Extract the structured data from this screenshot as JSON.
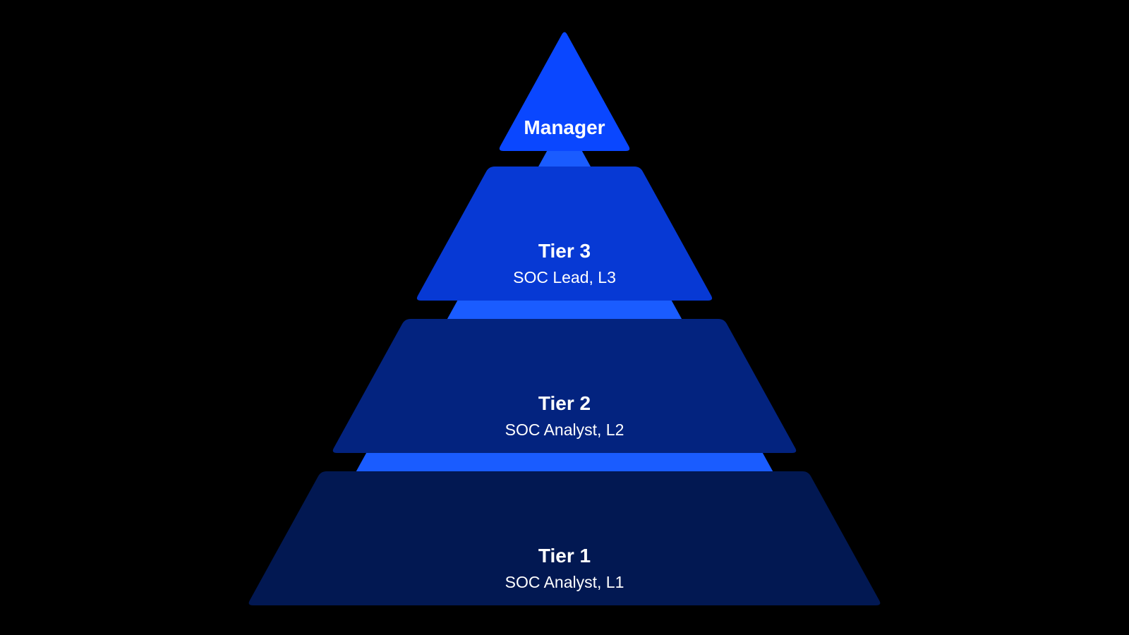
{
  "background_color": "#000000",
  "connector_color": "#1a5cff",
  "text_color": "#ffffff",
  "tiers": [
    {
      "title": "Manager",
      "subtitle": "",
      "color": "#0a47ff"
    },
    {
      "title": "Tier 3",
      "subtitle": "SOC Lead, L3",
      "color": "#0739d4"
    },
    {
      "title": "Tier 2",
      "subtitle": "SOC Analyst, L2",
      "color": "#03237f"
    },
    {
      "title": "Tier 1",
      "subtitle": "SOC Analyst, L1",
      "color": "#021852"
    }
  ]
}
